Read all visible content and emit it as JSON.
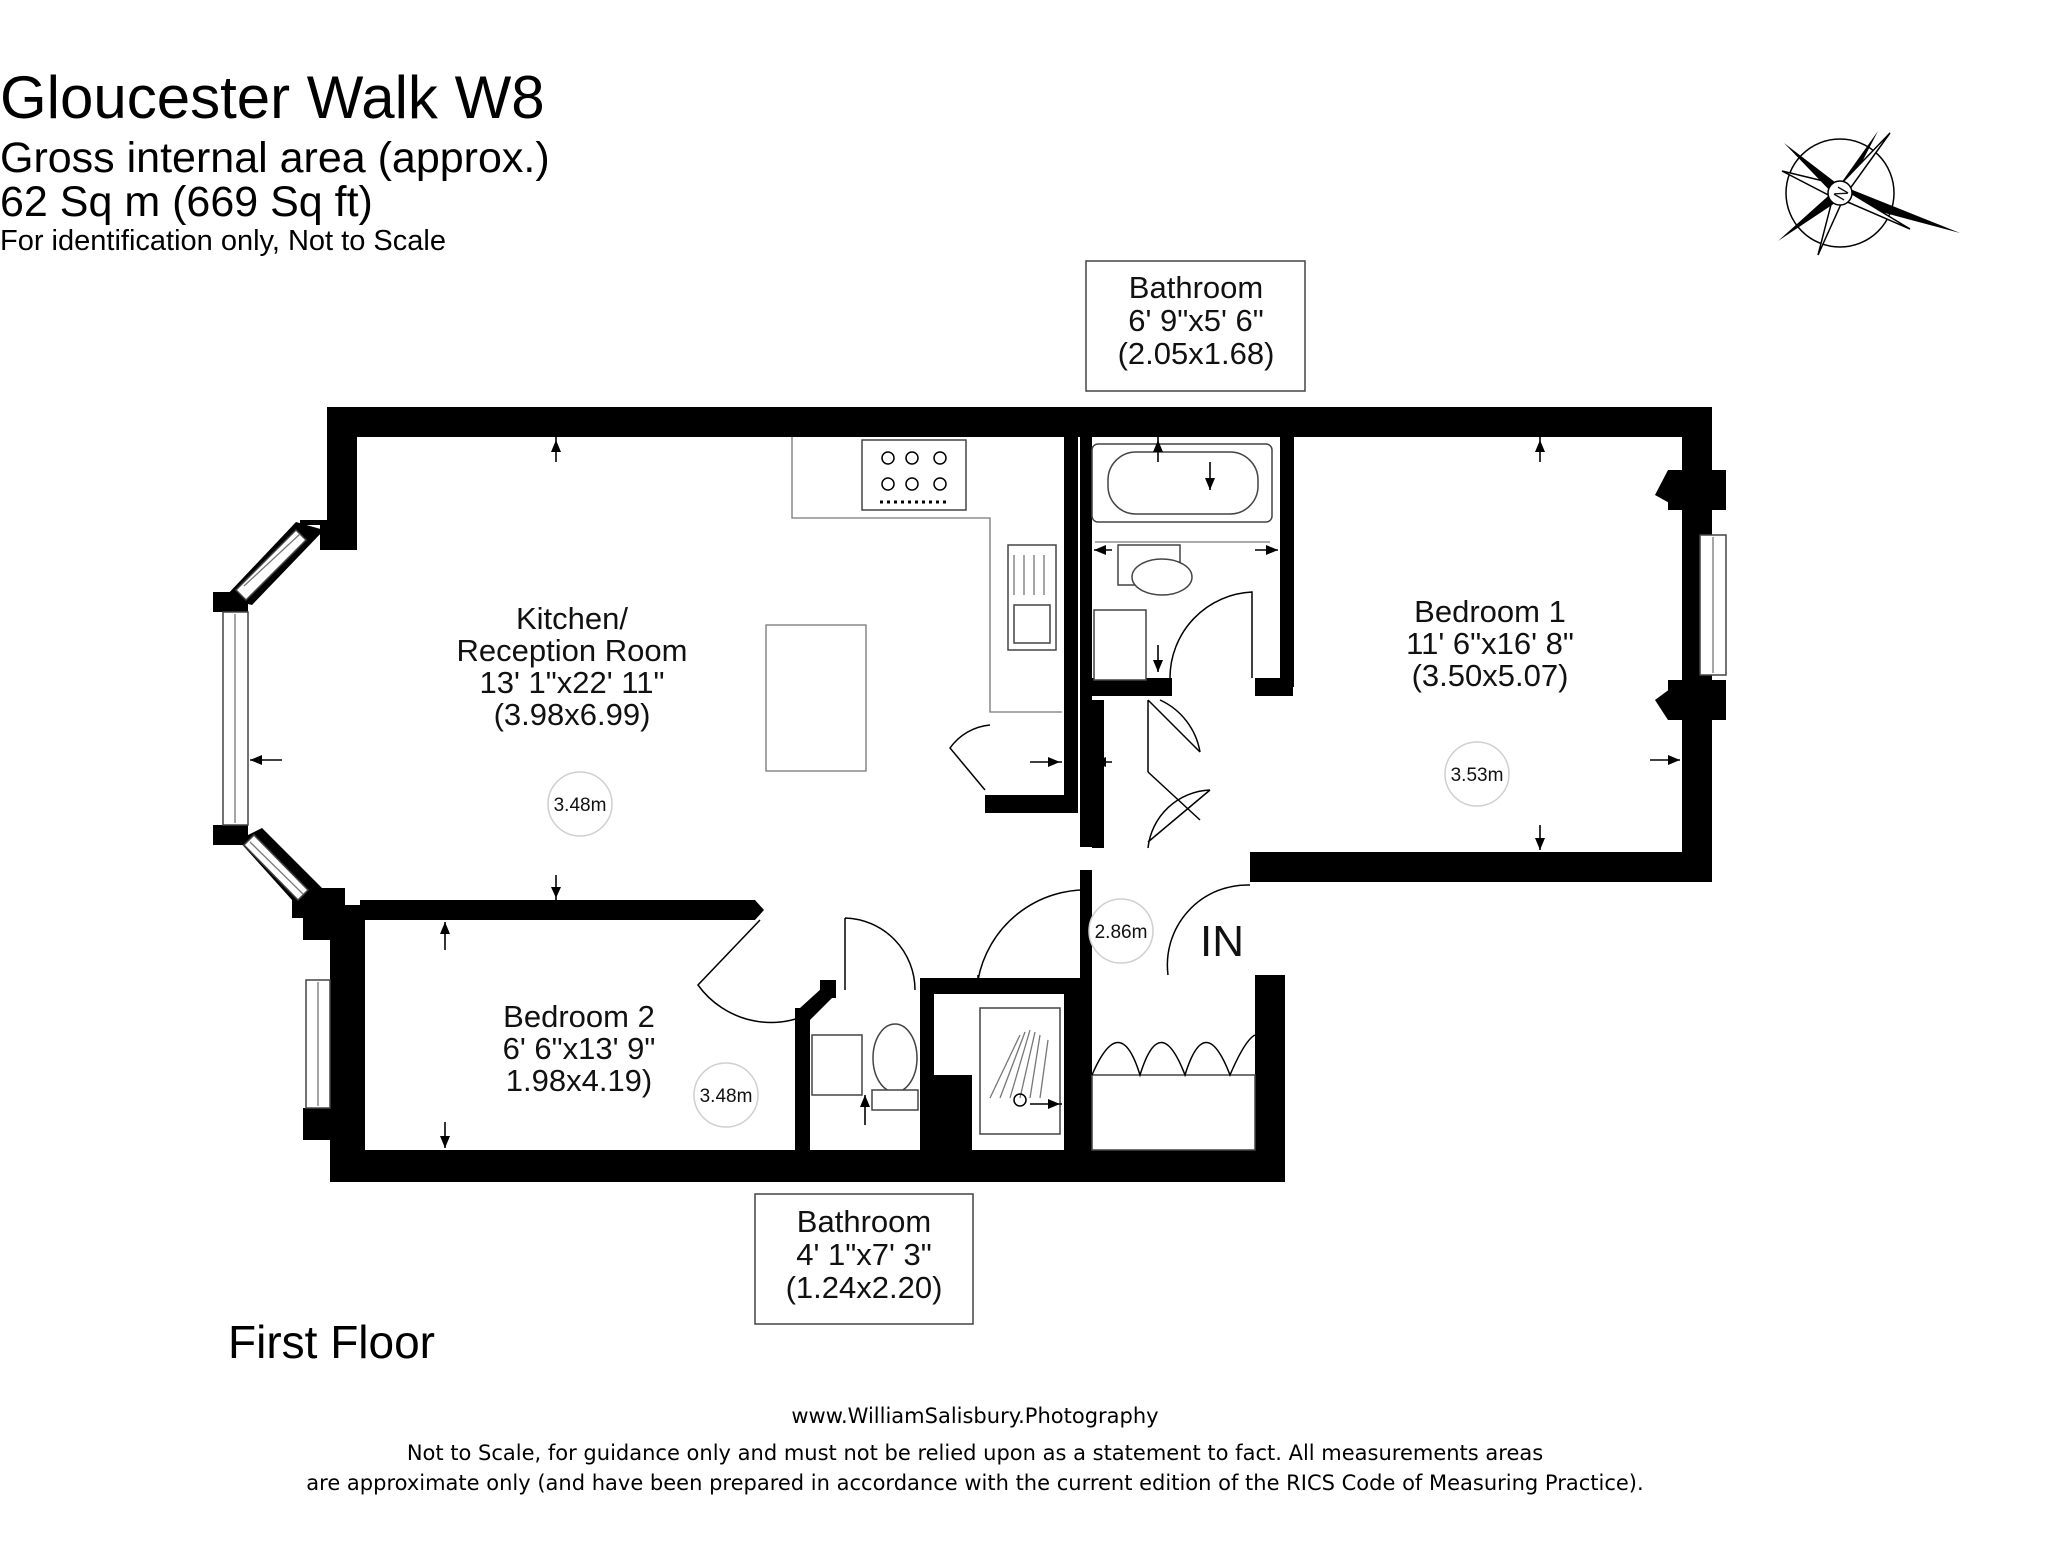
{
  "header": {
    "title": "Gloucester Walk W8",
    "line1": "Gross internal area (approx.)",
    "line2": "62 Sq m (669 Sq ft)",
    "line3": "For identification only, Not to Scale"
  },
  "compass": {
    "letter": "N"
  },
  "rooms": {
    "kitchen": {
      "name1": "Kitchen/",
      "name2": "Reception Room",
      "imperial": "13' 1\"x22' 11\"",
      "metric": "(3.98x6.99)",
      "height": "3.48m"
    },
    "bedroom1": {
      "name": "Bedroom 1",
      "imperial": "11' 6\"x16' 8\"",
      "metric": "(3.50x5.07)",
      "height": "3.53m"
    },
    "bedroom2": {
      "name": "Bedroom 2",
      "imperial": "6' 6\"x13' 9\"",
      "metric": "1.98x4.19)",
      "height": "3.48m"
    },
    "bathroom_top": {
      "name": "Bathroom",
      "imperial": "6' 9\"x5' 6\"",
      "metric": "(2.05x1.68)"
    },
    "bathroom_bottom": {
      "name": "Bathroom",
      "imperial": "4' 1\"x7' 3\"",
      "metric": "(1.24x2.20)"
    },
    "hall": {
      "height": "2.86m",
      "entry": "IN"
    }
  },
  "floor_label": "First Floor",
  "footer": {
    "url": "www.WilliamSalisbury.Photography",
    "disclaimer1": "Not to Scale, for guidance only and must not be relied upon as a statement to fact. All measurements areas",
    "disclaimer2": "are approximate only (and have been prepared in accordance with the current edition of the RICS Code of Measuring Practice)."
  }
}
